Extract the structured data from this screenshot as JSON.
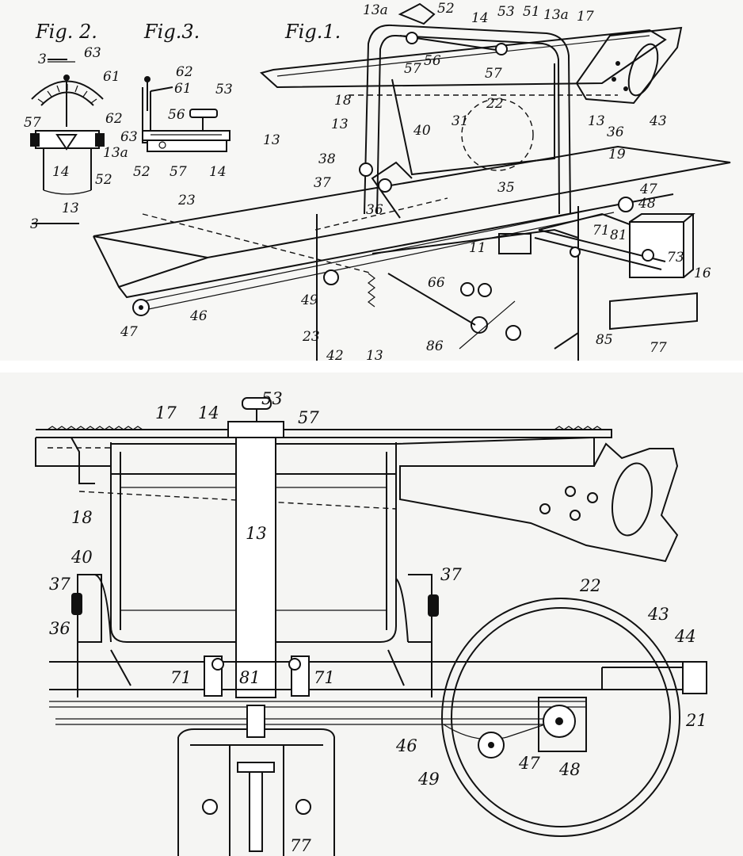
{
  "top_panel": {
    "figure_titles": [
      "Fig. 2.",
      "Fig.3.",
      "Fig.1."
    ],
    "fig2_labels": [
      "3",
      "63",
      "61",
      "62",
      "57",
      "13a",
      "14",
      "52",
      "13",
      "3"
    ],
    "fig3_labels": [
      "62",
      "61",
      "53",
      "63",
      "56",
      "13",
      "52",
      "57",
      "14"
    ],
    "fig1_labels": [
      "13a",
      "52",
      "14",
      "53",
      "51",
      "13a",
      "17",
      "57",
      "56",
      "57",
      "18",
      "13",
      "31",
      "22",
      "13",
      "43",
      "36",
      "40",
      "38",
      "19",
      "37",
      "35",
      "47",
      "48",
      "23",
      "36",
      "11",
      "71",
      "81",
      "73",
      "16",
      "49",
      "66",
      "47",
      "46",
      "23",
      "86",
      "85",
      "77",
      "42",
      "13"
    ]
  },
  "bottom_panel": {
    "labels": [
      "17",
      "14",
      "53",
      "57",
      "18",
      "13",
      "40",
      "37",
      "37",
      "36",
      "22",
      "43",
      "44",
      "71",
      "81",
      "71",
      "21",
      "46",
      "49",
      "47",
      "48",
      "77"
    ]
  },
  "colors": {
    "ink": "#111111",
    "paper": "#f7f7f5"
  }
}
